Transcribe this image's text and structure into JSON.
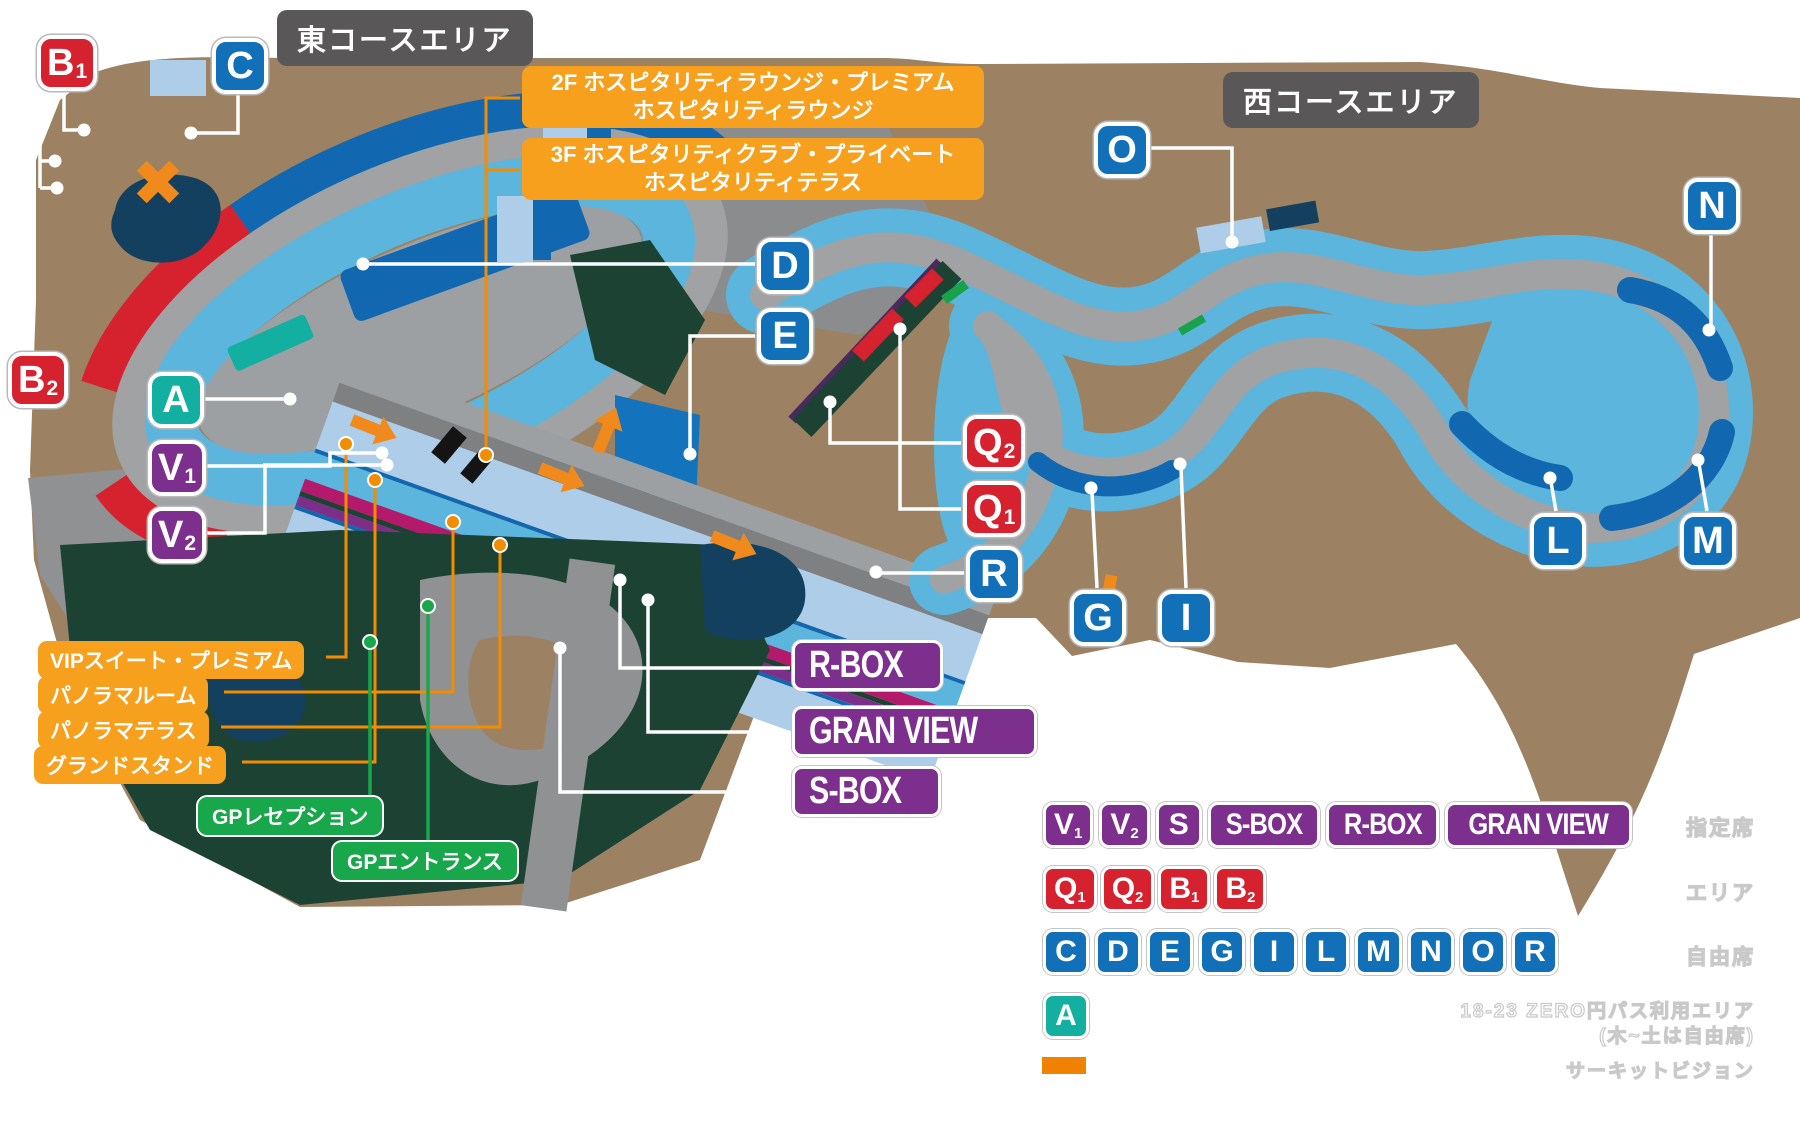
{
  "map": {
    "area_labels": {
      "east": "東コースエリア",
      "west": "西コースエリア"
    },
    "hospitality": {
      "f2_line1": "2F ホスピタリティラウンジ・プレミアム",
      "f2_line2": "ホスピタリティラウンジ",
      "f3_line1": "3F ホスピタリティクラブ・プライベート",
      "f3_line2": "ホスピタリティテラス"
    },
    "stands": {
      "vip": "VIPスイート・プレミアム",
      "panorama_room": "パノラマルーム",
      "panorama_terrace": "パノラマテラス",
      "grandstand": "グランドスタンド"
    },
    "gp": {
      "reception": "GPレセプション",
      "entrance": "GPエントランス"
    },
    "boxes": {
      "rbox": "R-BOX",
      "granview": "GRAN VIEW",
      "sbox": "S-BOX"
    },
    "markers": {
      "b1": {
        "text": "B",
        "sub": "1"
      },
      "b2": {
        "text": "B",
        "sub": "2"
      },
      "c": {
        "text": "C",
        "sub": ""
      },
      "a": {
        "text": "A",
        "sub": ""
      },
      "v1": {
        "text": "V",
        "sub": "1"
      },
      "v2": {
        "text": "V",
        "sub": "2"
      },
      "d": {
        "text": "D",
        "sub": ""
      },
      "e": {
        "text": "E",
        "sub": ""
      },
      "o": {
        "text": "O",
        "sub": ""
      },
      "q2": {
        "text": "Q",
        "sub": "2"
      },
      "q1": {
        "text": "Q",
        "sub": "1"
      },
      "r": {
        "text": "R",
        "sub": ""
      },
      "g": {
        "text": "G",
        "sub": ""
      },
      "i": {
        "text": "I",
        "sub": ""
      },
      "n": {
        "text": "N",
        "sub": ""
      },
      "l": {
        "text": "L",
        "sub": ""
      },
      "m": {
        "text": "M",
        "sub": ""
      }
    }
  },
  "legend": {
    "reserved": {
      "caption": "指定席",
      "items": [
        {
          "text": "V",
          "sub": "1"
        },
        {
          "text": "V",
          "sub": "2"
        },
        {
          "text": "S",
          "sub": ""
        },
        {
          "text": "S-BOX",
          "sub": ""
        },
        {
          "text": "R-BOX",
          "sub": ""
        },
        {
          "text": "GRAN VIEW",
          "sub": ""
        }
      ]
    },
    "area": {
      "caption": "エリア",
      "items": [
        {
          "text": "Q",
          "sub": "1"
        },
        {
          "text": "Q",
          "sub": "2"
        },
        {
          "text": "B",
          "sub": "1"
        },
        {
          "text": "B",
          "sub": "2"
        }
      ]
    },
    "free": {
      "caption": "自由席",
      "items": [
        "C",
        "D",
        "E",
        "G",
        "I",
        "L",
        "M",
        "N",
        "O",
        "R"
      ]
    },
    "zero": {
      "caption_line1": "18-23 ZERO円パス利用エリア",
      "caption_line2": "(木~土は自由席)",
      "item": {
        "text": "A",
        "sub": ""
      }
    },
    "vision": {
      "caption": "サーキットビジョン"
    }
  },
  "colors": {
    "reserved_purple": "#7D2F8E",
    "area_red": "#D6212F",
    "free_blue": "#1170B8",
    "zero_teal": "#13AFA1",
    "vision_orange": "#EF8200",
    "label_orange": "#F6A01E",
    "gp_green": "#19A74B",
    "land_brown": "#9C8263",
    "track_gray": "#A0A2A4",
    "slope_blue": "#5CB5DD",
    "seat_blue": "#1168B0",
    "vip_magenta": "#B41A6C"
  }
}
